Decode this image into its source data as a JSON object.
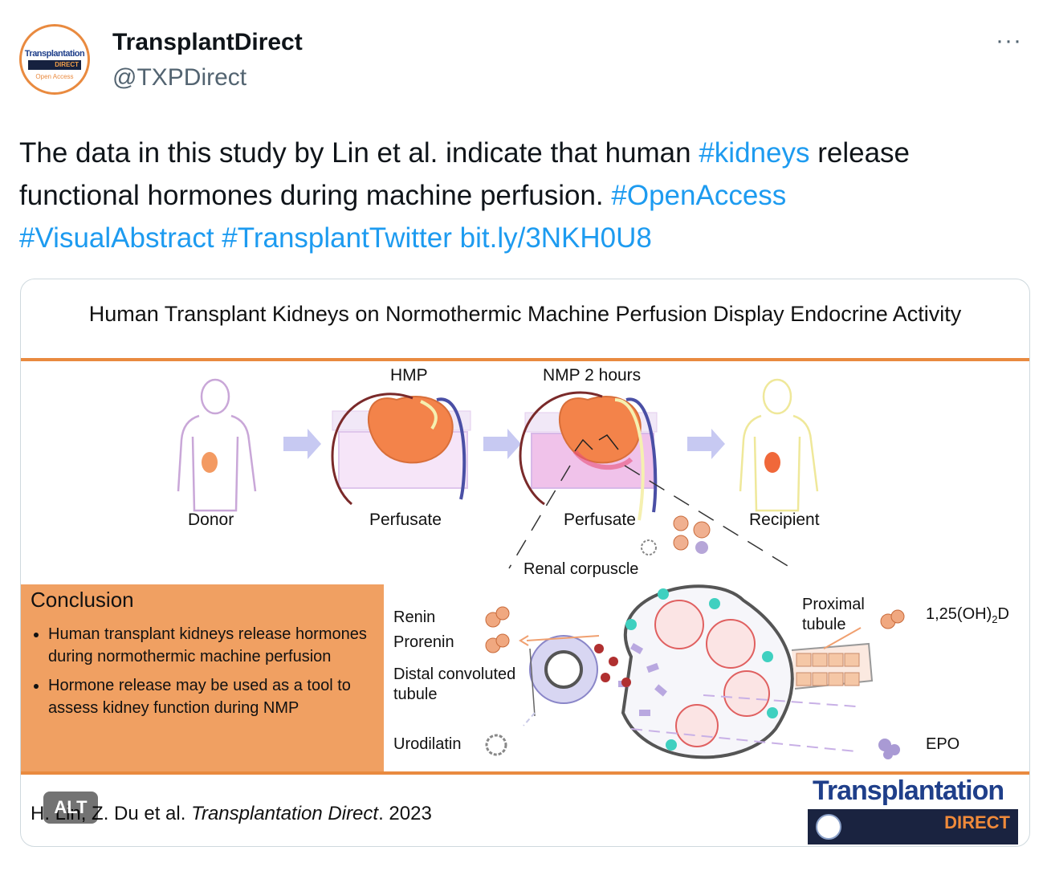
{
  "author": {
    "name": "TransplantDirect",
    "handle": "@TXPDirect",
    "avatar_text": "Transplantation",
    "avatar_sub": "DIRECT",
    "avatar_oa": "Open Access"
  },
  "more_label": "···",
  "tweet": {
    "text_1": "The data in this study by Lin et al. indicate that human ",
    "tag_kidneys": "#kidneys",
    "text_2": " release functional hormones during machine perfusion. ",
    "tag_openaccess": "#OpenAccess",
    "tag_visual": "#VisualAbstract",
    "tag_transplant": "#TransplantTwitter",
    "link": "bit.ly/3NKH0U8"
  },
  "abstract": {
    "title": "Human Transplant Kidneys on Normothermic Machine Perfusion Display Endocrine Activity",
    "hmp": "HMP",
    "nmp": "NMP 2 hours",
    "donor": "Donor",
    "perfusate_1": "Perfusate",
    "perfusate_2": "Perfusate",
    "recipient": "Recipient",
    "renal_corpuscle": "Renal corpuscle",
    "renin": "Renin",
    "prorenin": "Prorenin",
    "distal_1": "Distal convoluted",
    "distal_2": "tubule",
    "urodilatin": "Urodilatin",
    "proximal_1": "Proximal",
    "proximal_2": "tubule",
    "vitd": "1,25(OH)",
    "vitd_sub": "2",
    "vitd_end": "D",
    "epo": "EPO",
    "conclusion_title": "Conclusion",
    "conclusion_1": "Human transplant kidneys release hormones during normothermic machine perfusion",
    "conclusion_2": "Hormone release may be used as a tool to assess kidney function during NMP",
    "cite_authors": "H. Lin, Z. Du et al. ",
    "cite_journal": "Transplantation Direct",
    "cite_year": ". 2023",
    "logo_top": "Transplantation",
    "logo_bottom": "DIRECT"
  },
  "alt_badge": "ALT",
  "colors": {
    "accent_orange": "#e98a3f",
    "link_blue": "#1d9bf0",
    "handle_gray": "#536471"
  }
}
